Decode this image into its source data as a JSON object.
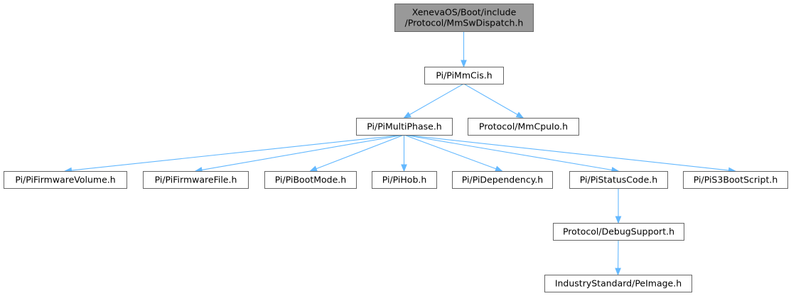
{
  "graph": {
    "nodes": [
      {
        "id": "root",
        "label": "XenevaOS/Boot/include\n/Protocol/MmSwDispatch.h",
        "root": true
      },
      {
        "id": "mmcis",
        "label": "Pi/PiMmCis.h"
      },
      {
        "id": "multiphase",
        "label": "Pi/PiMultiPhase.h"
      },
      {
        "id": "mmcpuio",
        "label": "Protocol/MmCpuIo.h"
      },
      {
        "id": "fwvol",
        "label": "Pi/PiFirmwareVolume.h"
      },
      {
        "id": "fwfile",
        "label": "Pi/PiFirmwareFile.h"
      },
      {
        "id": "bootmode",
        "label": "Pi/PiBootMode.h"
      },
      {
        "id": "hob",
        "label": "Pi/PiHob.h"
      },
      {
        "id": "dependency",
        "label": "Pi/PiDependency.h"
      },
      {
        "id": "statuscode",
        "label": "Pi/PiStatusCode.h"
      },
      {
        "id": "s3boot",
        "label": "Pi/PiS3BootScript.h"
      },
      {
        "id": "debugsupport",
        "label": "Protocol/DebugSupport.h"
      },
      {
        "id": "peimage",
        "label": "IndustryStandard/PeImage.h"
      }
    ],
    "edges": [
      {
        "from": "root",
        "to": "mmcis"
      },
      {
        "from": "mmcis",
        "to": "multiphase"
      },
      {
        "from": "mmcis",
        "to": "mmcpuio"
      },
      {
        "from": "multiphase",
        "to": "fwvol"
      },
      {
        "from": "multiphase",
        "to": "fwfile"
      },
      {
        "from": "multiphase",
        "to": "bootmode"
      },
      {
        "from": "multiphase",
        "to": "hob"
      },
      {
        "from": "multiphase",
        "to": "dependency"
      },
      {
        "from": "multiphase",
        "to": "statuscode"
      },
      {
        "from": "multiphase",
        "to": "s3boot"
      },
      {
        "from": "statuscode",
        "to": "debugsupport"
      },
      {
        "from": "debugsupport",
        "to": "peimage"
      }
    ]
  }
}
